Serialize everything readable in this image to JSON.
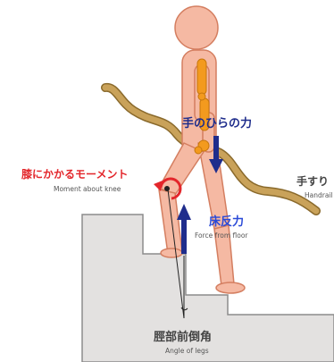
{
  "labels": {
    "palm_force_jp": "手のひらの力",
    "knee_moment_jp": "膝にかかるモーメント",
    "knee_moment_en": "Moment about knee",
    "floor_force_jp": "床反力",
    "floor_force_en": "Force from floor",
    "handrail_jp": "手すり",
    "handrail_en": "Handrail",
    "leg_angle_jp": "脛部前倒角",
    "leg_angle_en": "Angle of legs"
  },
  "colors": {
    "body": "#f5b9a3",
    "body_outline": "#d47e60",
    "joint": "#f39a1e",
    "handrail": "#c9a25a",
    "handrail_outline": "#8a6a2c",
    "stairs": "#e3e1e0",
    "stairs_outline": "#8c8c8c",
    "arrow_blue": "#1f2d8c",
    "moment_red": "#e3262b",
    "text_blue": "#2a4ad8",
    "text_dark": "#444444"
  }
}
